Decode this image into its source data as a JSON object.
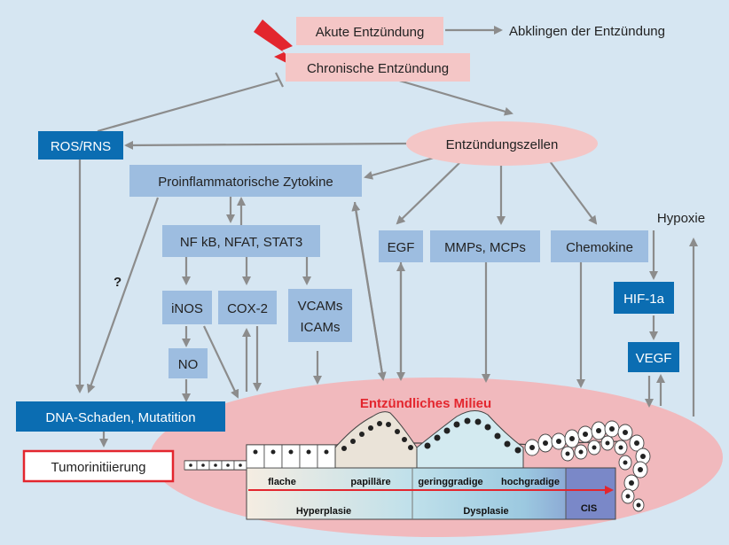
{
  "colors": {
    "background": "#d6e6f2",
    "pink_box": "#f4c6c6",
    "light_blue_box": "#9dbde0",
    "dark_blue_box": "#0b6db2",
    "arrow": "#8c8c8c",
    "milieu_ellipse": "#f1b9bd",
    "milieu_title": "#e3262e",
    "lightning": "#e3262e"
  },
  "nodes": {
    "acute": "Akute Entzündung",
    "resolution": "Abklingen der Entzündung",
    "chronic": "Chronische Entzündung",
    "ros": "ROS/RNS",
    "inflam_cells": "Entzündungszellen",
    "cytokines": "Proinflammatorische Zytokine",
    "nfkb": "NF kB, NFAT, STAT3",
    "egf": "EGF",
    "mmps": "MMPs, MCPs",
    "chemokine": "Chemokine",
    "hypoxia": "Hypoxie",
    "question": "?",
    "inos": "iNOS",
    "cox2": "COX-2",
    "vcams": "VCAMs",
    "icams": "ICAMs",
    "hif": "HIF-1a",
    "no": "NO",
    "vegf": "VEGF",
    "dna_damage": "DNA-Schaden, Mutatition",
    "tumor_init": "Tumorinitiierung",
    "milieu": "Entzündliches Milieu"
  },
  "tissue": {
    "flat": "flache",
    "papillary": "papilläre",
    "low_grade": "geringgradige",
    "high_grade": "hochgradige",
    "hyperplasia": "Hyperplasie",
    "dysplasia": "Dysplasie",
    "cis": "CIS"
  }
}
